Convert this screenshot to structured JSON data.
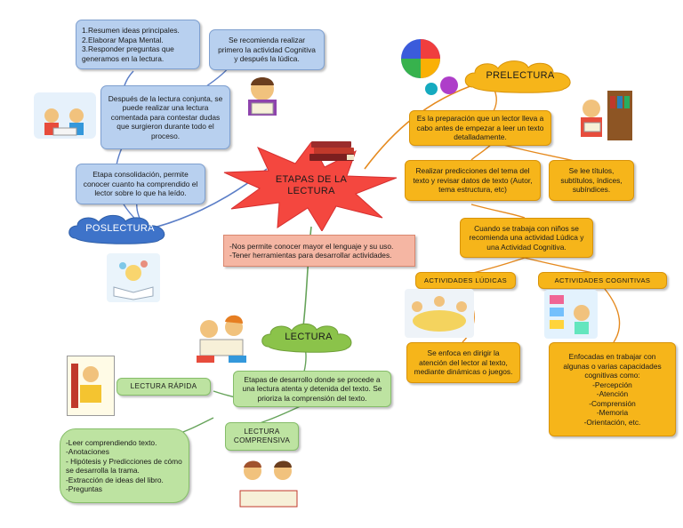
{
  "center": {
    "title": "ETAPAS DE LA LECTURA"
  },
  "poslectura": {
    "label": "POSLECTURA",
    "steps": "1.Resumen ideas principales.\n2.Elaborar Mapa Mental.\n3.Responder preguntas que generamos en la lectura.",
    "recommend": "Se recomienda realizar primero la actividad Cognitiva y después la lúdica.",
    "joint": "Después de la lectura conjunta, se puede realizar una lectura comentada para contestar dudas que surgieron durante todo el proceso.",
    "consolidation": "Etapa consolidación, permite conocer cuanto ha comprendido el lector sobre lo que ha leído."
  },
  "prelectura": {
    "label": "PRELECTURA",
    "definition": "Es la preparación que un lector lleva a cabo antes de empezar a leer un texto detalladamente.",
    "predictions": "Realizar predicciones del tema del texto y revisar datos de texto (Autor, tema estructura, etc)",
    "titles": "Se lee títulos, subtítulos, índices, subíndices.",
    "children": "Cuando se trabaja con niños se recomienda una actividad Lúdica y una Actividad Cognitiva.",
    "ludicas_label": "ACTIVIDADES LÚDICAS",
    "cognitivas_label": "ACTIVIDADES COGNITIVAS",
    "ludicas_desc": "Se enfoca en dirigir la atención del lector al texto, mediante dinámicas o juegos.",
    "cognitivas_desc": "Enfocadas en trabajar con algunas o varias capacidades cognitivas como:\n-Percepción\n-Atención\n-Comprensión\n-Memoria\n-Orientación, etc."
  },
  "uses": "-Nos permite conocer mayor el lenguaje y su uso.\n-Tener herramientas para desarrollar actividades.",
  "lectura": {
    "label": "LECTURA",
    "desc": "Etapas de desarrollo donde se procede a una lectura atenta y detenida del texto. Se prioriza la comprensión del texto.",
    "rapida_label": "LECTURA RÁPIDA",
    "comprensiva_label": "LECTURA COMPRENSIVA",
    "comprensiva_list": "-Leer comprendiendo texto.\n-Anotaciones\n- Hipótesis y Predicciones de cómo se desarrolla la trama.\n-Extracción de ideas del libro.\n-Preguntas"
  },
  "colors": {
    "blue_box": "#b8d0ef",
    "orange_box": "#f6b51a",
    "green_box": "#bde3a1",
    "salmon_box": "#f5b6a3",
    "star": "#f4473f",
    "link_orange": "#e58a1f",
    "link_blue": "#5b7ec7",
    "link_green": "#66a35a"
  }
}
